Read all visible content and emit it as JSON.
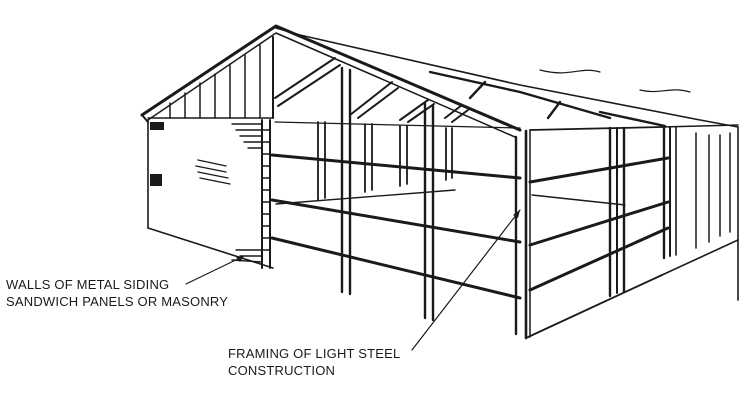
{
  "diagram": {
    "subject": "Steel-framed building with partial wall cladding",
    "labels": {
      "walls": {
        "line1": "WALLS OF METAL SIDING",
        "line2": "SANDWICH PANELS OR MASONRY"
      },
      "framing": {
        "line1": "FRAMING OF LIGHT STEEL",
        "line2": "CONSTRUCTION"
      }
    },
    "colors": {
      "ink": "#1a1a1a",
      "background": "#ffffff"
    }
  }
}
